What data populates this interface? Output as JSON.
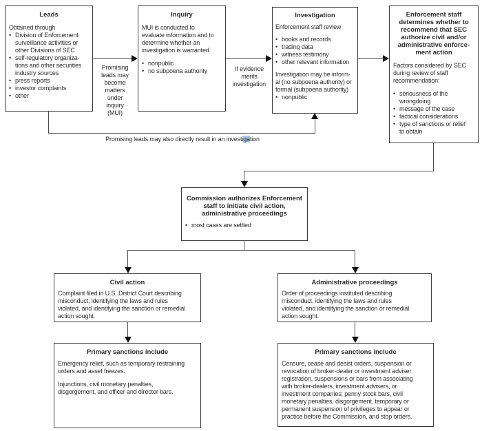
{
  "diagram": {
    "colors": {
      "line": "#4a4a4a",
      "border": "#3c3c3c",
      "text": "#2b2b2b",
      "highlight": "#a9c9e8",
      "bg": "#ffffff"
    },
    "boxes": {
      "leads": {
        "title": "Leads",
        "intro": "Obtained through",
        "bullets": [
          [
            "Division of Enforcement",
            "surveillance activities or",
            "other Divisions of SEC"
          ],
          [
            "self-regulatory organiza-",
            "tions and other securities",
            "industry sources"
          ],
          [
            "press reports"
          ],
          [
            "investor complaints"
          ],
          [
            "other"
          ]
        ]
      },
      "inquiry": {
        "title": "Inquiry",
        "para": [
          "MUI is conducted to",
          "evaluate information and to",
          "determine whether an",
          "investigation is warranted"
        ],
        "bullets": [
          [
            "nonpublic"
          ],
          [
            "no subpoena authority"
          ]
        ]
      },
      "investigation": {
        "title": "Investigation",
        "para1": "Enforcement staff review",
        "bullets": [
          [
            "books and records"
          ],
          [
            "trading data"
          ],
          [
            "witness testimony"
          ],
          [
            "other relevant information"
          ]
        ],
        "para2": [
          "Investigation may be inform-",
          "al (no subpoena authority) or",
          "formal (subpoena authority)"
        ],
        "bullets2": [
          [
            "nonpublic"
          ]
        ]
      },
      "enforcement": {
        "title": [
          "Enforcement staff",
          "determines whether to",
          "recommend that SEC",
          "authorize civil and/or",
          "administrative enforce-",
          "ment action"
        ],
        "para": [
          "Factors considered by SEC",
          "during review of staff",
          "recommendation:"
        ],
        "bullets": [
          [
            "seriousness of the",
            "wrongdoing"
          ],
          [
            "message of the case"
          ],
          [
            "tactical considerations"
          ],
          [
            "type of sanctions or relief",
            "to obtain"
          ]
        ]
      },
      "commission": {
        "title": [
          "Commission authorizes Enforcement",
          "staff to initiate civil action,",
          "administrative proceedings"
        ],
        "bullets": [
          [
            "most cases are settled"
          ]
        ]
      },
      "civil": {
        "title": "Civil action",
        "body": [
          "Complaint filed in U.S. District Court describing",
          "misconduct, identifying the laws and rules",
          "violated, and identifying the sanction or remedial",
          "action sought."
        ]
      },
      "admin": {
        "title": "Administrative proceedings",
        "body": [
          "Order of proceedings instituted describing",
          "misconduct, identifying the laws and rules",
          "violated, and identifying the sanction or remedial",
          "action sought."
        ]
      },
      "sanctions_civil": {
        "title": "Primary sanctions include",
        "para1": [
          "Emergency relief, such as temporary restraining",
          "orders and asset freezes."
        ],
        "para2": [
          "Injunctions, civil monetary penalties,",
          "disgorgement, and officer and director bars."
        ]
      },
      "sanctions_admin": {
        "title": "Primary sanctions include",
        "body": [
          "Censure, cease and desist orders, suspension or",
          "revocation of broker-dealer or investment adviser",
          "registration, suspensions or bars from associating",
          "with broker-dealers, investment advisers, or",
          "investment companies; penny stock bars, civil",
          "monetary penalties, disgorgement, temporary or",
          "permanent suspension of privileges to appear or",
          "practice before the Commission, and stop orders."
        ]
      }
    },
    "labels": {
      "leads_to_inquiry": [
        "Promising",
        "leads may",
        "become",
        "matters",
        "under",
        "inquiry",
        "(MUI)"
      ],
      "inquiry_to_investigation": [
        "If evidence",
        "merits",
        "investigation"
      ],
      "bypass_pre": "Promising leads may also directly result in an investi",
      "bypass_highlight": "ga",
      "bypass_post": "tion"
    },
    "bullet_char": "•"
  }
}
